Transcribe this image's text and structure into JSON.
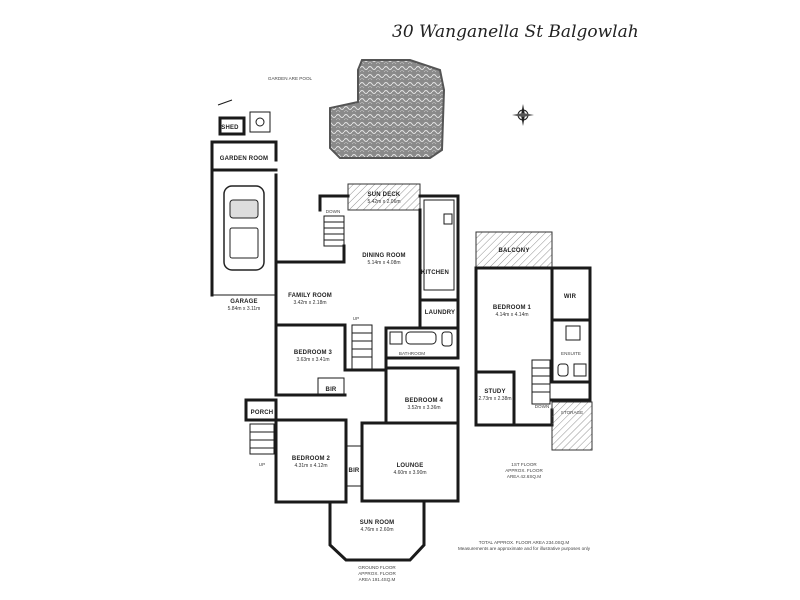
{
  "title": "30 Wanganella St Balgowlah",
  "pool_label": "GARDEN ARE POOL",
  "rooms": {
    "shed": "SHED",
    "garden_room": "GARDEN ROOM",
    "garage": {
      "name": "GARAGE",
      "dim": "5.84m x 3.11m"
    },
    "sundeck": {
      "name": "SUN DECK",
      "dim": "5.42m x 2.06m"
    },
    "down1": "DOWN",
    "dining": {
      "name": "DINING ROOM",
      "dim": "5.14m x 4.08m"
    },
    "kitchen": "KITCHEN",
    "family": {
      "name": "FAMILY ROOM",
      "dim": "3.42m x 2.18m"
    },
    "up1": "UP",
    "laundry": "LAUNDRY",
    "bathroom": "BATHROOM",
    "bedroom3": {
      "name": "BEDROOM 3",
      "dim": "3.63m x 3.41m"
    },
    "bir1": "BIR",
    "bedroom4": {
      "name": "BEDROOM 4",
      "dim": "3.52m x 3.36m"
    },
    "porch": "PORCH",
    "up2": "UP",
    "bedroom2": {
      "name": "BEDROOM 2",
      "dim": "4.31m x 4.12m"
    },
    "bir2": "BIR",
    "lounge": {
      "name": "LOUNGE",
      "dim": "4.60m x 3.90m"
    },
    "sunroom": {
      "name": "SUN ROOM",
      "dim": "4.76m x 2.60m"
    },
    "balcony": "BALCONY",
    "bedroom1": {
      "name": "BEDROOM 1",
      "dim": "4.14m x 4.14m"
    },
    "wir": "WIR",
    "ensuite": "ENSUITE",
    "study": {
      "name": "STUDY",
      "dim": "2.73m x 2.38m"
    },
    "down2": "DOWN",
    "storage": "STORAGE"
  },
  "notes": {
    "first_floor": [
      "1ST FLOOR",
      "APPROX. FLOOR",
      "AREA 42.6SQ.M"
    ],
    "ground_floor": [
      "GROUND FLOOR",
      "APPROX. FLOOR",
      "AREA 191.4SQ.M"
    ],
    "total": [
      "TOTAL APPROX. FLOOR AREA 234.0SQ.M",
      "Measurements are approximate and for illustrative purposes only"
    ]
  }
}
